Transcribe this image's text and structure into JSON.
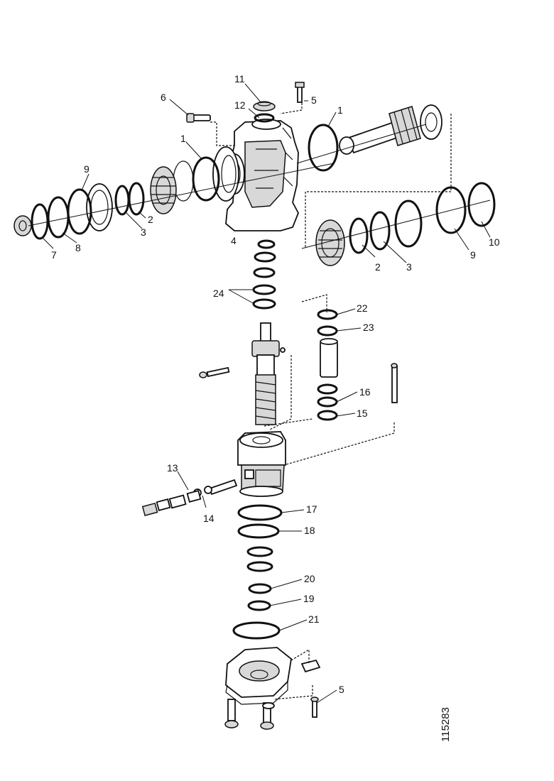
{
  "diagram": {
    "drawing_id": "115283",
    "callouts": [
      {
        "id": "c11",
        "text": "11"
      },
      {
        "id": "c12",
        "text": "12"
      },
      {
        "id": "c6",
        "text": "6"
      },
      {
        "id": "c5a",
        "text": "5"
      },
      {
        "id": "c1a",
        "text": "1"
      },
      {
        "id": "c1b",
        "text": "1"
      },
      {
        "id": "c9a",
        "text": "9"
      },
      {
        "id": "c2a",
        "text": "2"
      },
      {
        "id": "c3a",
        "text": "3"
      },
      {
        "id": "c7",
        "text": "7"
      },
      {
        "id": "c8",
        "text": "8"
      },
      {
        "id": "c4",
        "text": "4"
      },
      {
        "id": "c2b",
        "text": "2"
      },
      {
        "id": "c3b",
        "text": "3"
      },
      {
        "id": "c9b",
        "text": "9"
      },
      {
        "id": "c10",
        "text": "10"
      },
      {
        "id": "c24",
        "text": "24"
      },
      {
        "id": "c22",
        "text": "22"
      },
      {
        "id": "c23",
        "text": "23"
      },
      {
        "id": "c16",
        "text": "16"
      },
      {
        "id": "c15",
        "text": "15"
      },
      {
        "id": "c13",
        "text": "13"
      },
      {
        "id": "c14",
        "text": "14"
      },
      {
        "id": "c17",
        "text": "17"
      },
      {
        "id": "c18",
        "text": "18"
      },
      {
        "id": "c20",
        "text": "20"
      },
      {
        "id": "c19",
        "text": "19"
      },
      {
        "id": "c21",
        "text": "21"
      },
      {
        "id": "c5b",
        "text": "5"
      }
    ]
  }
}
